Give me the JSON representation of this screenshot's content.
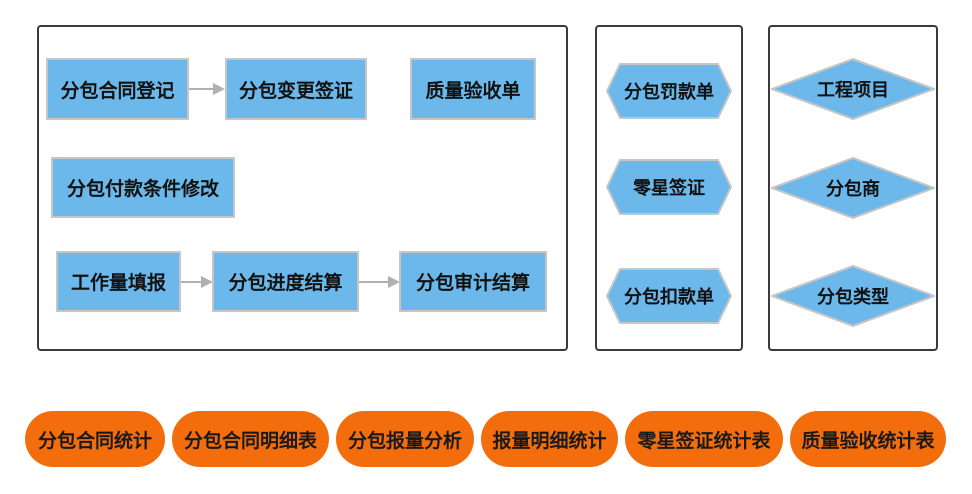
{
  "process_panel": {
    "contract_register": "分包合同登记",
    "contract_change_visa": "分包变更签证",
    "quality_acceptance_form": "质量验收单",
    "payment_terms_edit": "分包付款条件修改",
    "workload_report": "工作量填报",
    "progress_settlement": "分包进度结算",
    "audit_settlement": "分包审计结算"
  },
  "form_panel": {
    "penalty_form": "分包罚款单",
    "small_visa": "零星签证",
    "deduction_form": "分包扣款单"
  },
  "master_data_panel": {
    "project_item": "工程项目",
    "subcontractor": "分包商",
    "subcontract_type": "分包类型"
  },
  "reports": [
    "分包合同统计",
    "分包合同明细表",
    "分包报量分析",
    "报量明细统计",
    "零星签证统计表",
    "质量验收统计表"
  ],
  "colors": {
    "box_fill": "#6cb8ea",
    "box_border": "#c6c6c6",
    "report_fill": "#f46d0d",
    "arrow": "#b0b0b0",
    "panel_border": "#3a3a3a"
  }
}
